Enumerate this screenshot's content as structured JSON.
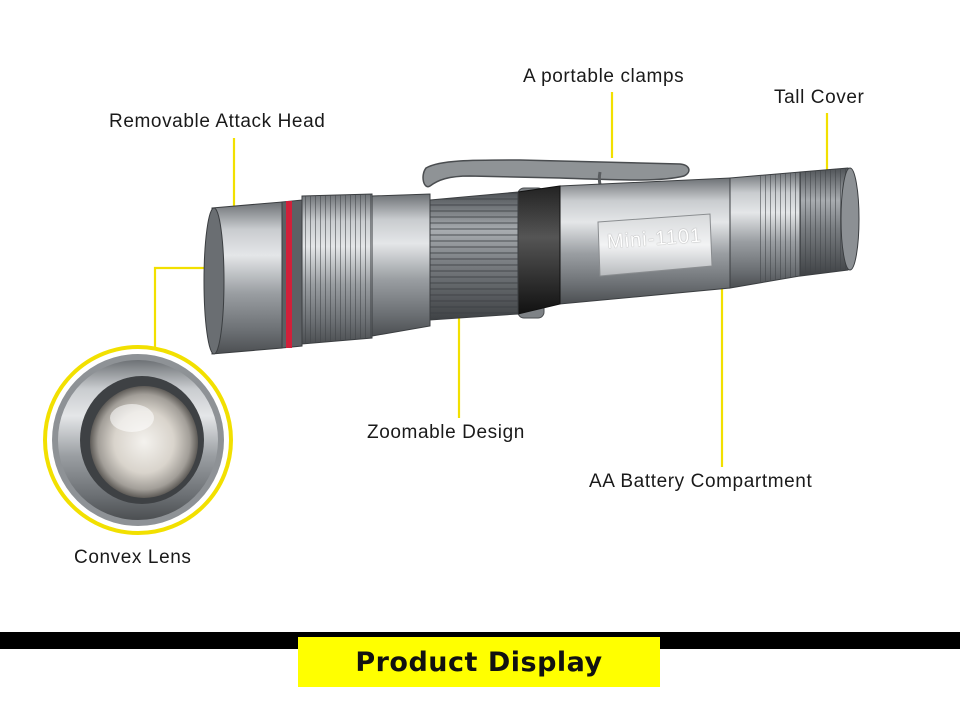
{
  "labels": {
    "clamps": "A portable clamps",
    "tail_cover": "Tall Cover",
    "attack_head": "Removable Attack Head",
    "zoom": "Zoomable Design",
    "battery": "AA Battery Compartment",
    "lens": "Convex Lens"
  },
  "product": {
    "engraving": "Mini-1101"
  },
  "footer": {
    "title": "Product Display"
  },
  "colors": {
    "callout_line": "#f2e000",
    "banner_bg": "#ffff00",
    "bar": "#000000",
    "body_metal": "#9ea2a6",
    "accent_ring": "#d0203a"
  }
}
